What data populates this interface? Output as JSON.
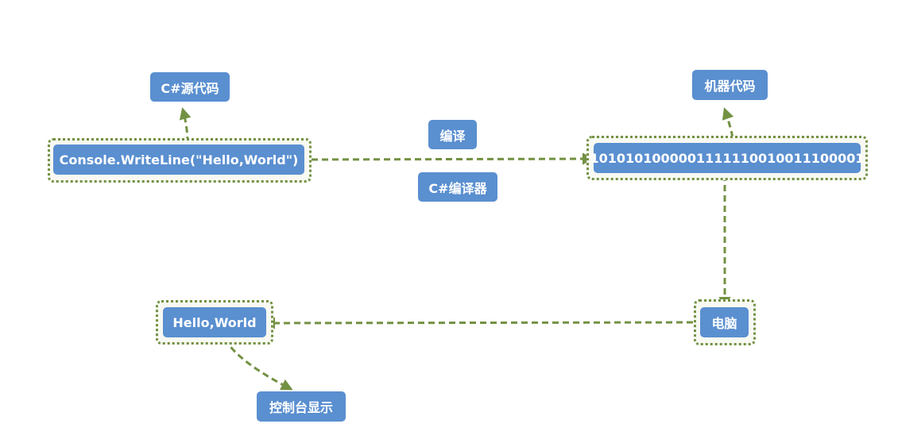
{
  "nodes": {
    "source_label": "C#源代码",
    "source_code": "Console.WriteLine(\"Hello,World\")",
    "compile_label": "编译",
    "compiler_label": "C#编译器",
    "machine_label": "机器代码",
    "machine_code": "1010101000001111110010011100001",
    "computer": "电脑",
    "output": "Hello,World",
    "console_display": "控制台显示"
  },
  "colors": {
    "node_fill": "#5a8fd0",
    "node_text": "#ffffff",
    "connector": "#739143",
    "group_border": "#739143"
  }
}
